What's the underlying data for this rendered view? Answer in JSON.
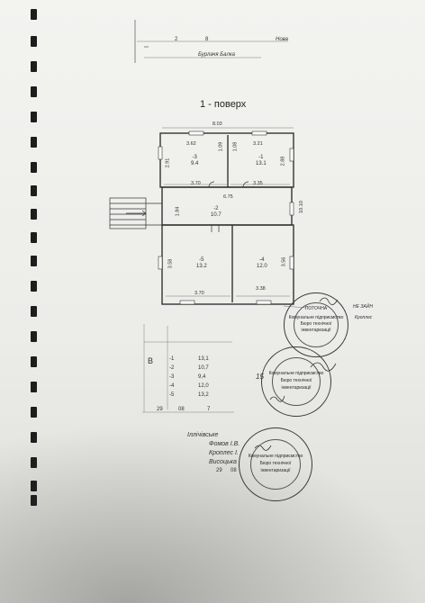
{
  "header": {
    "field_a": "2",
    "field_b": "8",
    "field_c": "Нова",
    "street": "Бурлачя Балка"
  },
  "plan": {
    "title": "1 - поверх",
    "total_width": "8.03",
    "dims": {
      "d362": "3.62",
      "d109": "1.09",
      "d108": "1.08",
      "d321": "3.21",
      "d291": "2.91",
      "d288": "2.88",
      "d370a": "3.70",
      "d335": "3.35",
      "d675": "6.75",
      "d184": "1.84",
      "d1010": "10.10",
      "d358": "3.58",
      "d356": "3.56",
      "d370b": "3.70",
      "d338": "3.38"
    },
    "rooms": [
      {
        "num": "-2",
        "area": "10.7"
      },
      {
        "num": "-3",
        "area": "9.4"
      },
      {
        "num": "-1",
        "area": "13.1"
      },
      {
        "num": "-5",
        "area": "13.2"
      },
      {
        "num": "-4",
        "area": "12.0"
      }
    ]
  },
  "explication": {
    "letter": "В",
    "rows": [
      {
        "num": "-1",
        "area": "13,1"
      },
      {
        "num": "-2",
        "area": "10,7"
      },
      {
        "num": "-3",
        "area": "9,4"
      },
      {
        "num": "-4",
        "area": "12,0"
      },
      {
        "num": "-5",
        "area": "13,2"
      }
    ],
    "date_day": "29",
    "date_month": "08",
    "date_year": "7"
  },
  "signatures": {
    "city": "Іллічівське",
    "person1": "Фомов І.В.",
    "person2": "Кроплес І.",
    "person3": "Висоцька",
    "date_day": "29",
    "date_month": "08"
  },
  "stamps": {
    "text_a": "ПОТОЧНА",
    "text_b": "Комунальне підприємство",
    "text_c": "Бюро технічної",
    "text_d": "інвентаризації",
    "note1": "НЕ ЗАЙН",
    "note2": "Кроплес",
    "note3": "15"
  }
}
